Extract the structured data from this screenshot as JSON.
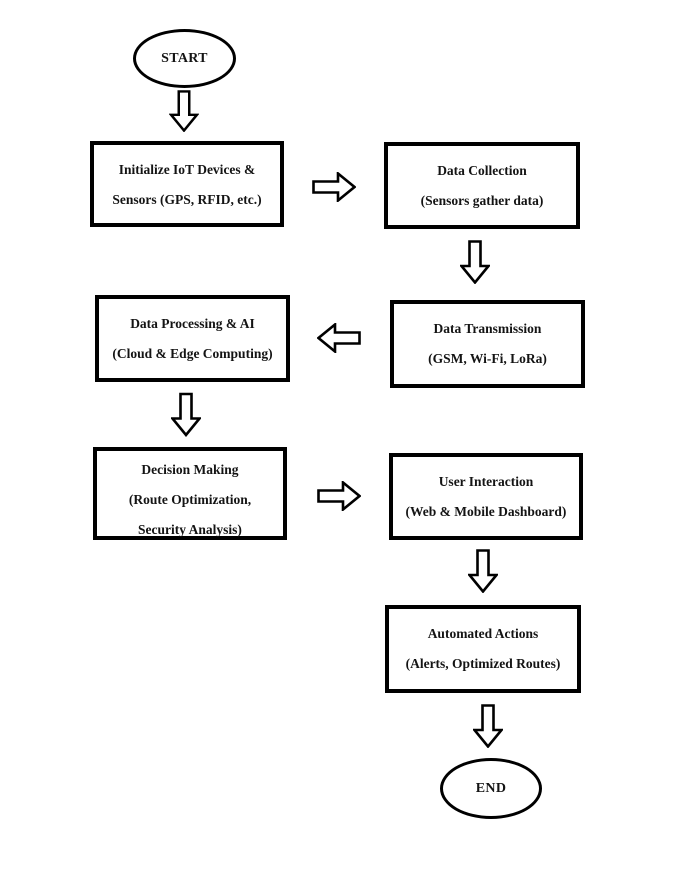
{
  "colors": {
    "stroke": "#000000",
    "text": "#141414",
    "background": "#ffffff"
  },
  "nodes": {
    "start": {
      "type": "terminator",
      "label": "START"
    },
    "initialize": {
      "type": "process",
      "lines": [
        "Initialize IoT Devices &",
        "Sensors (GPS, RFID, etc.)"
      ]
    },
    "collection": {
      "type": "process",
      "lines": [
        "Data Collection",
        "(Sensors gather data)"
      ]
    },
    "transmission": {
      "type": "process",
      "lines": [
        "Data Transmission",
        "(GSM, Wi-Fi, LoRa)"
      ]
    },
    "processing": {
      "type": "process",
      "lines": [
        "Data Processing & AI",
        "(Cloud & Edge Computing)"
      ]
    },
    "decision": {
      "type": "process",
      "lines": [
        "Decision Making",
        "(Route Optimization,",
        "Security Analysis)"
      ]
    },
    "interaction": {
      "type": "process",
      "lines": [
        "User Interaction",
        "(Web & Mobile Dashboard)"
      ]
    },
    "automated": {
      "type": "process",
      "lines": [
        "Automated Actions",
        "(Alerts, Optimized Routes)"
      ]
    },
    "end": {
      "type": "terminator",
      "label": "END"
    }
  },
  "edges": [
    {
      "from": "start",
      "to": "initialize",
      "direction": "down"
    },
    {
      "from": "initialize",
      "to": "collection",
      "direction": "right"
    },
    {
      "from": "collection",
      "to": "transmission",
      "direction": "down"
    },
    {
      "from": "transmission",
      "to": "processing",
      "direction": "left"
    },
    {
      "from": "processing",
      "to": "decision",
      "direction": "down"
    },
    {
      "from": "decision",
      "to": "interaction",
      "direction": "right"
    },
    {
      "from": "interaction",
      "to": "automated",
      "direction": "down"
    },
    {
      "from": "automated",
      "to": "end",
      "direction": "down"
    }
  ]
}
